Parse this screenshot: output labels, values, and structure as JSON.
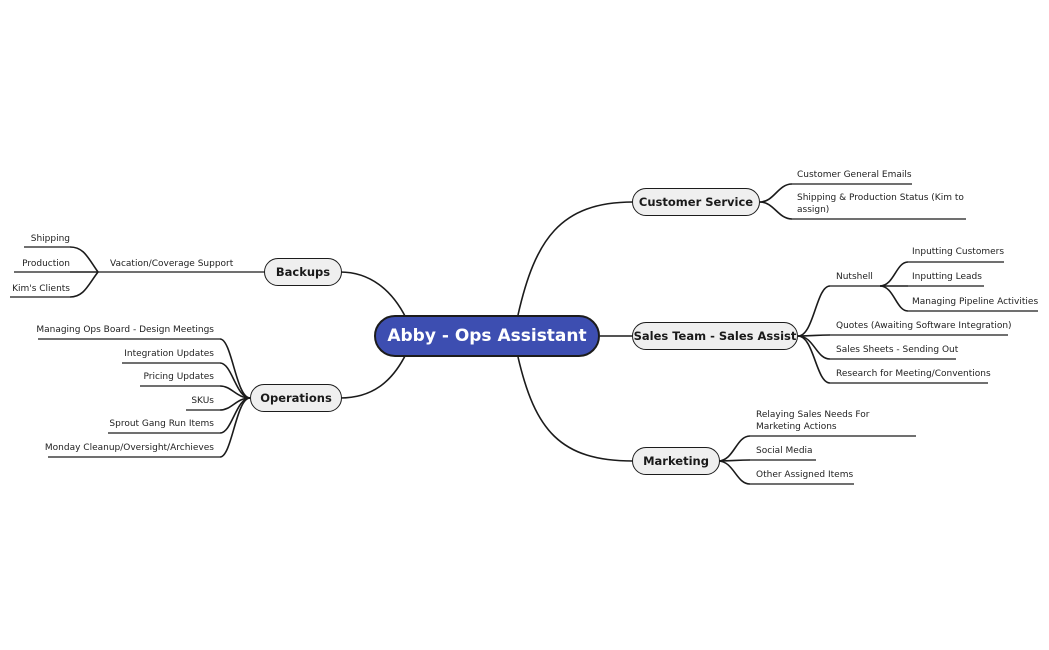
{
  "root": "Abby - Ops Assistant",
  "branches": {
    "backups": {
      "label": "Backups",
      "group": "Vacation/Coverage Support",
      "items": [
        "Shipping",
        "Production",
        "Kim's Clients"
      ]
    },
    "operations": {
      "label": "Operations",
      "items": [
        "Managing Ops Board - Design Meetings",
        "Integration Updates",
        "Pricing Updates",
        "SKUs",
        "Sprout Gang Run Items",
        "Monday Cleanup/Oversight/Archieves"
      ]
    },
    "customer_service": {
      "label": "Customer Service",
      "items": [
        "Customer General Emails",
        "Shipping & Production Status (Kim to assign)"
      ]
    },
    "sales": {
      "label": "Sales Team - Sales Assist",
      "nutshell": {
        "label": "Nutshell",
        "items": [
          "Inputting Customers",
          "Inputting Leads",
          "Managing Pipeline Activities"
        ]
      },
      "items": [
        "Quotes (Awaiting Software Integration)",
        "Sales Sheets - Sending Out",
        "Research for Meeting/Conventions"
      ]
    },
    "marketing": {
      "label": "Marketing",
      "items": [
        "Relaying Sales Needs For Marketing Actions",
        "Social Media",
        "Other Assigned Items"
      ]
    }
  }
}
